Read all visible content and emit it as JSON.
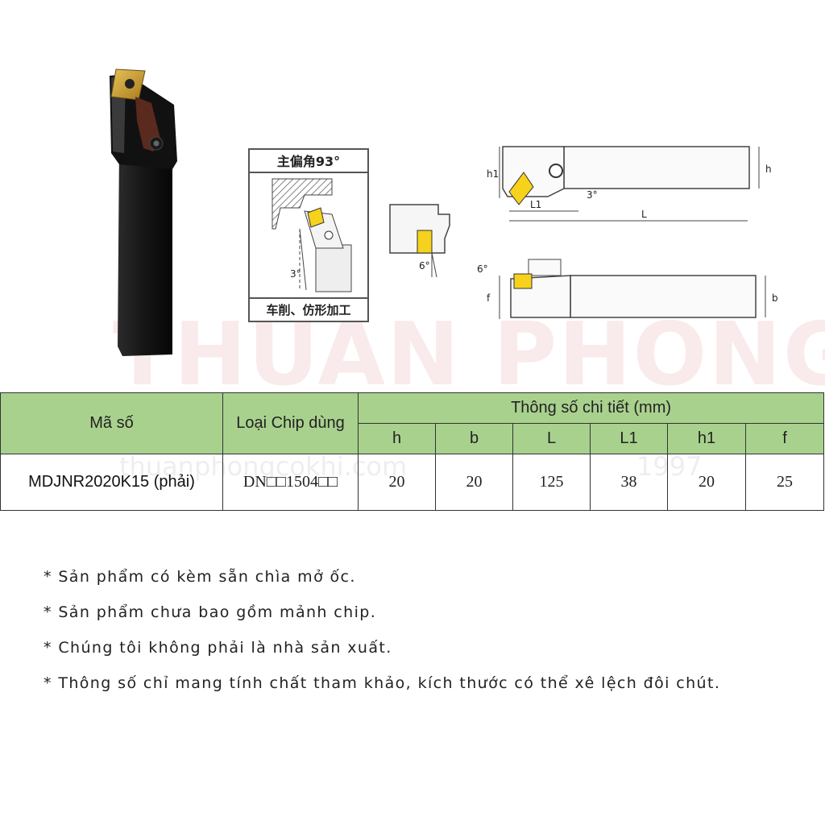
{
  "watermark": {
    "brand": "THUAN PHONG",
    "site": "thuanphongcokhi.com",
    "year": "1997"
  },
  "diagram": {
    "angle_title": "主偏角93°",
    "operation_caption": "车削、仿形加工",
    "angle_3": "3°",
    "angle_6": "6°",
    "labels": {
      "h1": "h1",
      "h": "h",
      "L1": "L1",
      "L": "L",
      "angle_3b": "3°",
      "angle_6b": "6°",
      "f": "f",
      "b": "b"
    }
  },
  "table": {
    "col_code": "Mã số",
    "col_chip": "Loại Chip dùng",
    "group_header": "Thông số chi tiết (mm)",
    "sub_headers": [
      "h",
      "b",
      "L",
      "L1",
      "h1",
      "f"
    ],
    "row": {
      "code": "MDJNR2020K15 (phải)",
      "chip": "DN□□1504□□",
      "values": [
        "20",
        "20",
        "125",
        "38",
        "20",
        "25"
      ]
    }
  },
  "notes": [
    "* Sản phẩm có kèm sẵn chìa mở ốc.",
    "* Sản phẩm chưa bao gồm mảnh chip.",
    "* Chúng tôi không phải là nhà sản xuất.",
    "* Thông số chỉ mang tính chất tham khảo, kích thước có thể xê lệch đôi chút."
  ]
}
